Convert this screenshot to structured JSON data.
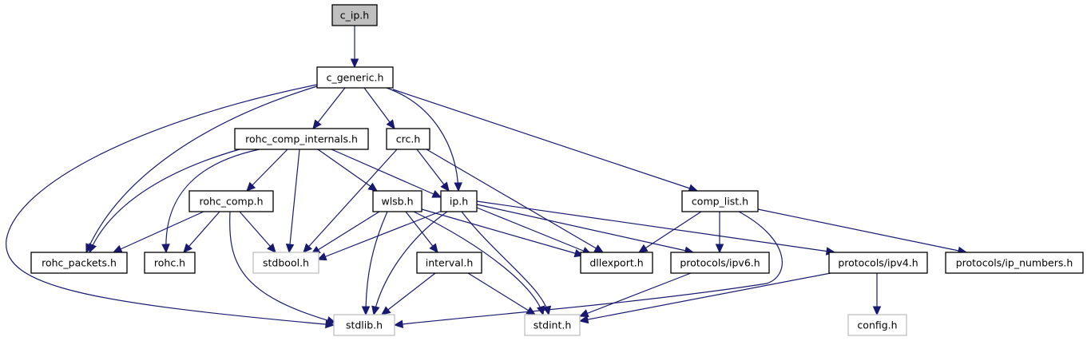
{
  "diagram": {
    "type": "include-dependency-graph",
    "root": "c_ip.h",
    "colors": {
      "edge": "#191970",
      "root_fill": "#bfbfbf",
      "node_border": "#000000",
      "external_border": "#bfbfbf"
    },
    "nodes": [
      {
        "id": "c_ip",
        "label": "c_ip.h",
        "kind": "root"
      },
      {
        "id": "c_generic",
        "label": "c_generic.h",
        "kind": "documented"
      },
      {
        "id": "rohc_comp_internals",
        "label": "rohc_comp_internals.h",
        "kind": "documented"
      },
      {
        "id": "crc",
        "label": "crc.h",
        "kind": "documented"
      },
      {
        "id": "rohc_comp",
        "label": "rohc_comp.h",
        "kind": "documented"
      },
      {
        "id": "wlsb",
        "label": "wlsb.h",
        "kind": "documented"
      },
      {
        "id": "ip",
        "label": "ip.h",
        "kind": "documented"
      },
      {
        "id": "comp_list",
        "label": "comp_list.h",
        "kind": "documented"
      },
      {
        "id": "rohc_packets",
        "label": "rohc_packets.h",
        "kind": "documented"
      },
      {
        "id": "rohc",
        "label": "rohc.h",
        "kind": "documented"
      },
      {
        "id": "stdbool",
        "label": "stdbool.h",
        "kind": "external"
      },
      {
        "id": "interval",
        "label": "interval.h",
        "kind": "documented"
      },
      {
        "id": "dllexport",
        "label": "dllexport.h",
        "kind": "documented"
      },
      {
        "id": "ipv6",
        "label": "protocols/ipv6.h",
        "kind": "documented"
      },
      {
        "id": "ipv4",
        "label": "protocols/ipv4.h",
        "kind": "documented"
      },
      {
        "id": "ip_numbers",
        "label": "protocols/ip_numbers.h",
        "kind": "documented"
      },
      {
        "id": "stdlib",
        "label": "stdlib.h",
        "kind": "external"
      },
      {
        "id": "stdint",
        "label": "stdint.h",
        "kind": "external"
      },
      {
        "id": "config",
        "label": "config.h",
        "kind": "external"
      }
    ],
    "edges": [
      [
        "c_ip",
        "c_generic"
      ],
      [
        "c_generic",
        "rohc_comp_internals"
      ],
      [
        "c_generic",
        "crc"
      ],
      [
        "c_generic",
        "ip"
      ],
      [
        "c_generic",
        "comp_list"
      ],
      [
        "c_generic",
        "rohc_packets"
      ],
      [
        "c_generic",
        "stdlib"
      ],
      [
        "rohc_comp_internals",
        "rohc_packets"
      ],
      [
        "rohc_comp_internals",
        "rohc"
      ],
      [
        "rohc_comp_internals",
        "rohc_comp"
      ],
      [
        "rohc_comp_internals",
        "stdbool"
      ],
      [
        "rohc_comp_internals",
        "wlsb"
      ],
      [
        "rohc_comp_internals",
        "ip"
      ],
      [
        "crc",
        "stdbool"
      ],
      [
        "crc",
        "ip"
      ],
      [
        "crc",
        "dllexport"
      ],
      [
        "rohc_comp",
        "rohc_packets"
      ],
      [
        "rohc_comp",
        "rohc"
      ],
      [
        "rohc_comp",
        "stdbool"
      ],
      [
        "rohc_comp",
        "stdlib"
      ],
      [
        "wlsb",
        "stdbool"
      ],
      [
        "wlsb",
        "stdlib"
      ],
      [
        "wlsb",
        "interval"
      ],
      [
        "wlsb",
        "stdint"
      ],
      [
        "wlsb",
        "dllexport"
      ],
      [
        "ip",
        "stdbool"
      ],
      [
        "ip",
        "stdlib"
      ],
      [
        "ip",
        "stdint"
      ],
      [
        "ip",
        "dllexport"
      ],
      [
        "ip",
        "ipv6"
      ],
      [
        "ip",
        "ipv4"
      ],
      [
        "comp_list",
        "dllexport"
      ],
      [
        "comp_list",
        "ipv6"
      ],
      [
        "comp_list",
        "ip_numbers"
      ],
      [
        "comp_list",
        "stdlib"
      ],
      [
        "interval",
        "stdlib"
      ],
      [
        "interval",
        "stdint"
      ],
      [
        "ipv6",
        "stdint"
      ],
      [
        "ipv4",
        "stdint"
      ],
      [
        "ipv4",
        "config"
      ]
    ]
  }
}
